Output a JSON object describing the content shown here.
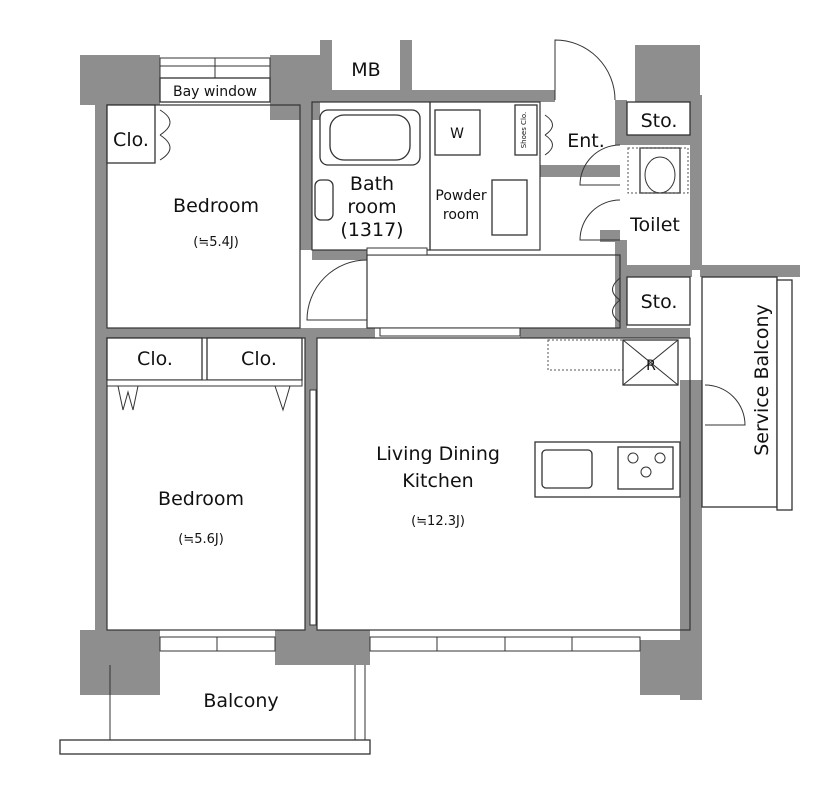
{
  "plan": {
    "bay_window": "Bay window",
    "mb": "MB",
    "clo_top": "Clo.",
    "bedroom1_name": "Bedroom",
    "bedroom1_size": "(≒5.4J)",
    "bath_line1": "Bath",
    "bath_line2": "room",
    "bath_size": "(1317)",
    "washer": "W",
    "powder_line1": "Powder",
    "powder_line2": "room",
    "shoes_clo": "Shoes Clo.",
    "entrance": "Ent.",
    "storage_top": "Sto.",
    "toilet": "Toilet",
    "storage_mid": "Sto.",
    "service_balcony": "Service Balcony",
    "clo_left": "Clo.",
    "clo_right": "Clo.",
    "bedroom2_name": "Bedroom",
    "bedroom2_size": "(≒5.6J)",
    "ldk_line1": "Living Dining",
    "ldk_line2": "Kitchen",
    "ldk_size": "(≒12.3J)",
    "refrigerator": "R",
    "balcony": "Balcony"
  }
}
